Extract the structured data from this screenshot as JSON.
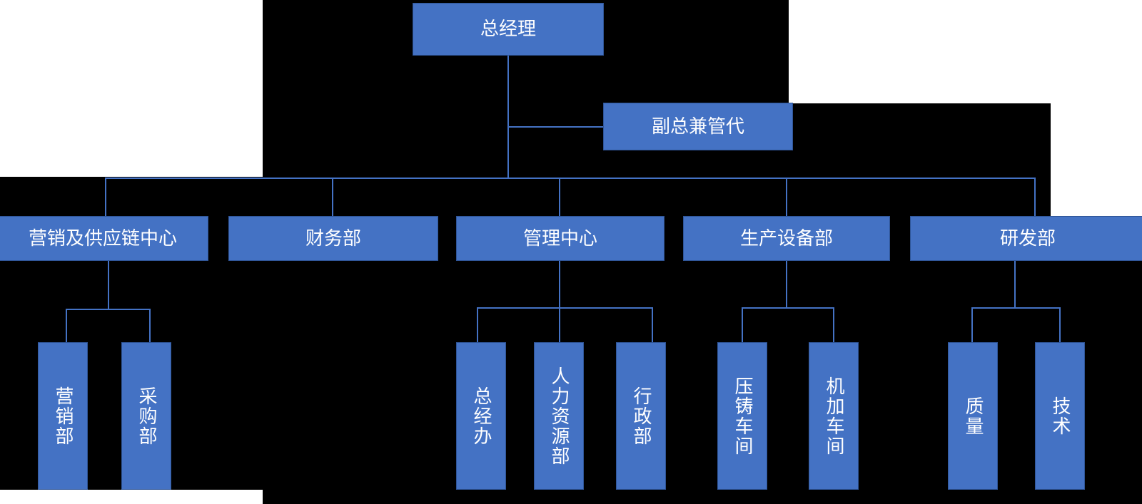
{
  "chart_title": "",
  "theme": {
    "box_fill": "#4472C4",
    "box_border": "#2F5597",
    "connector": "#4472C4",
    "text": "#FFFFFF",
    "background": "#000000",
    "page": "#FFFFFF"
  },
  "org_chart": {
    "type": "diagram",
    "orientation": "top-down",
    "levels": [
      {
        "level": 1,
        "nodes": [
          {
            "id": "gm",
            "label": "总经理",
            "orientation": "horizontal"
          }
        ]
      },
      {
        "level": 2,
        "nodes": [
          {
            "id": "vp",
            "label": "副总兼管代",
            "orientation": "horizontal",
            "parent": "gm"
          }
        ]
      },
      {
        "level": 3,
        "nodes": [
          {
            "id": "mk",
            "label": "营销及供应链中心",
            "orientation": "horizontal",
            "parent": "gm"
          },
          {
            "id": "fin",
            "label": "财务部",
            "orientation": "horizontal",
            "parent": "gm"
          },
          {
            "id": "mgmt",
            "label": "管理中心",
            "orientation": "horizontal",
            "parent": "gm"
          },
          {
            "id": "prod",
            "label": "生产设备部",
            "orientation": "horizontal",
            "parent": "gm"
          },
          {
            "id": "rd",
            "label": "研发部",
            "orientation": "horizontal",
            "parent": "gm"
          }
        ]
      },
      {
        "level": 4,
        "nodes": [
          {
            "id": "mk1",
            "label": "营销部",
            "orientation": "vertical",
            "parent": "mk"
          },
          {
            "id": "mk2",
            "label": "采购部",
            "orientation": "vertical",
            "parent": "mk"
          },
          {
            "id": "mg1",
            "label": "总经办",
            "orientation": "vertical",
            "parent": "mgmt"
          },
          {
            "id": "mg2",
            "label": "人力资源部",
            "orientation": "vertical",
            "parent": "mgmt"
          },
          {
            "id": "mg3",
            "label": "行政部",
            "orientation": "vertical",
            "parent": "mgmt"
          },
          {
            "id": "pd1",
            "label": "压铸车间",
            "orientation": "vertical",
            "parent": "prod"
          },
          {
            "id": "pd2",
            "label": "机加车间",
            "orientation": "vertical",
            "parent": "prod"
          },
          {
            "id": "rd1",
            "label": "质量",
            "orientation": "vertical",
            "parent": "rd"
          },
          {
            "id": "rd2",
            "label": "技术",
            "orientation": "vertical",
            "parent": "rd"
          }
        ]
      }
    ]
  }
}
